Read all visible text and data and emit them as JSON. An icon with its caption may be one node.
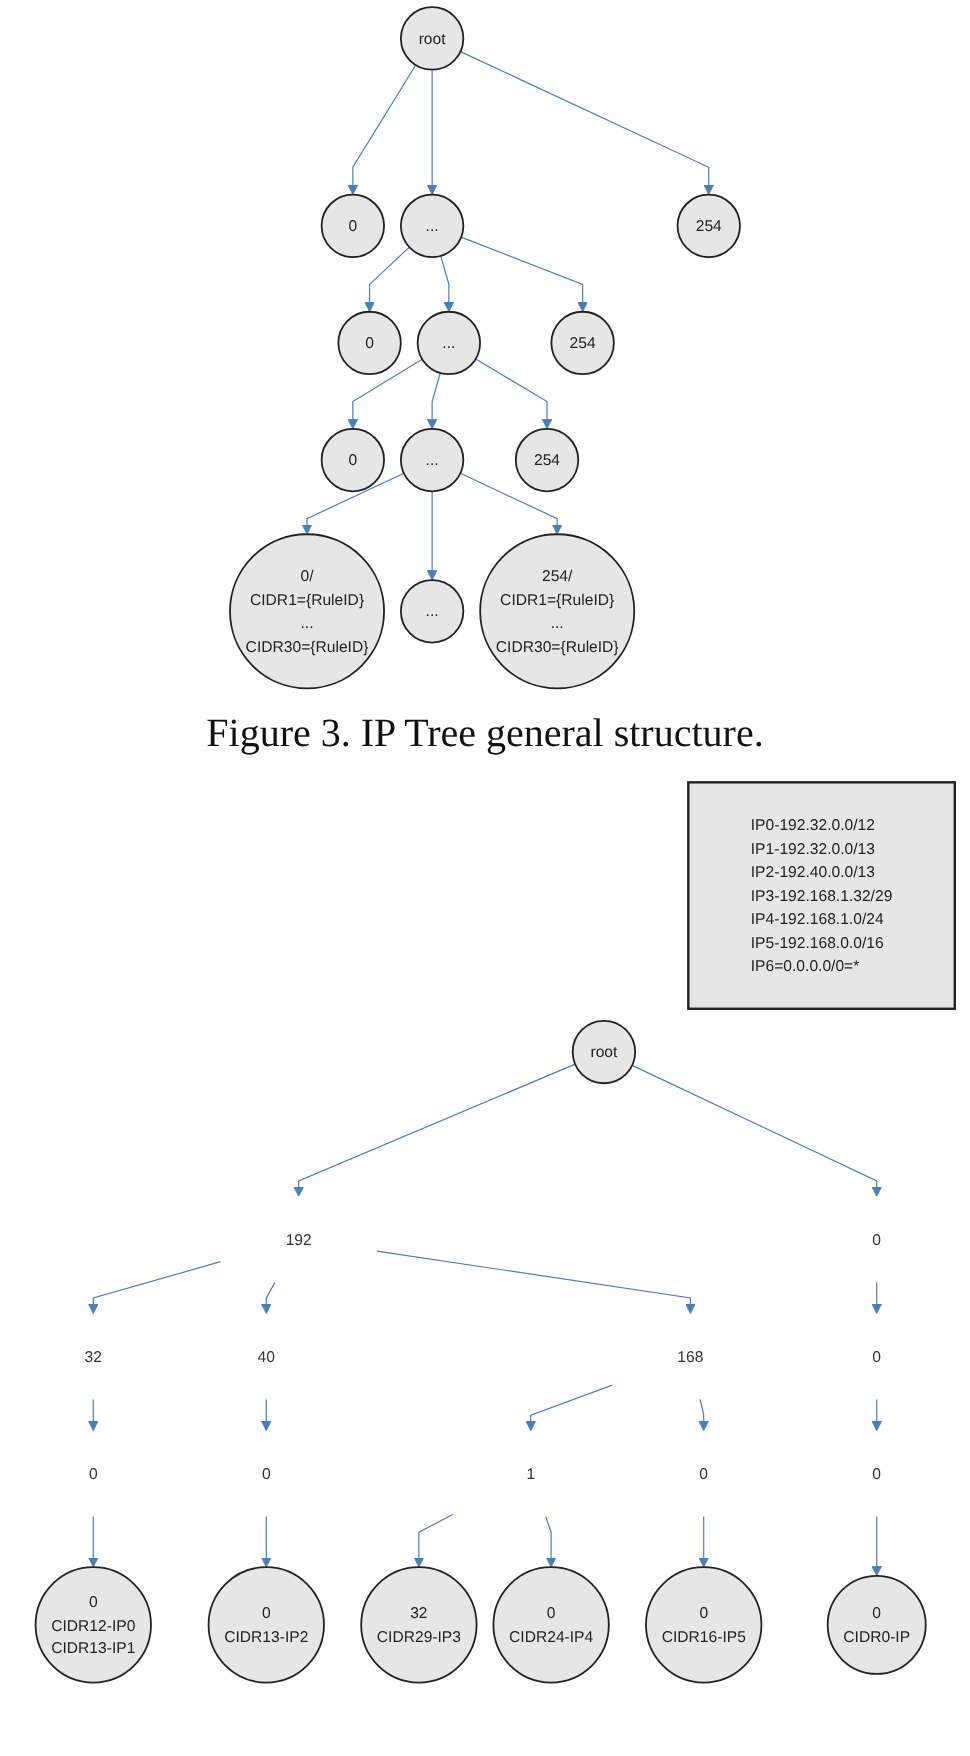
{
  "diagram": {
    "caption": "Figure 3. IP Tree general structure.",
    "nodes": [
      {
        "text": [
          "root"
        ]
      },
      {
        "text": [
          "0"
        ]
      },
      {
        "text": [
          "..."
        ]
      },
      {
        "text": [
          "254"
        ]
      },
      {
        "text": [
          "0"
        ]
      },
      {
        "text": [
          "..."
        ]
      },
      {
        "text": [
          "254"
        ]
      },
      {
        "text": [
          "0"
        ]
      },
      {
        "text": [
          "..."
        ]
      },
      {
        "text": [
          "254"
        ]
      },
      {
        "text": [
          "0/",
          "CIDR1={RuleID}",
          "...",
          "CIDR30={RuleID}"
        ]
      },
      {
        "text": [
          "..."
        ]
      },
      {
        "text": [
          "254/",
          "CIDR1={RuleID}",
          "...",
          "CIDR30={RuleID}"
        ]
      },
      {
        "text": [
          "IP0-192.32.0.0/12",
          "IP1-192.32.0.0/13",
          "IP2-192.40.0.0/13",
          "IP3-192.168.1.32/29",
          "IP4-192.168.1.0/24",
          "IP5-192.168.0.0/16",
          "IP6=0.0.0.0/0=*"
        ]
      },
      {
        "text": [
          "root"
        ]
      },
      {
        "text": [
          "192"
        ]
      },
      {
        "text": [
          "0"
        ]
      },
      {
        "text": [
          "32"
        ]
      },
      {
        "text": [
          "40"
        ]
      },
      {
        "text": [
          "168"
        ]
      },
      {
        "text": [
          "0"
        ]
      },
      {
        "text": [
          "0"
        ]
      },
      {
        "text": [
          "0"
        ]
      },
      {
        "text": [
          "1"
        ]
      },
      {
        "text": [
          "0"
        ]
      },
      {
        "text": [
          "0"
        ]
      },
      {
        "text": [
          "0",
          "CIDR12-IP0",
          "CIDR13-IP1"
        ]
      },
      {
        "text": [
          "0",
          "CIDR13-IP2"
        ]
      },
      {
        "text": [
          "32",
          "CIDR29-IP3"
        ]
      },
      {
        "text": [
          "0",
          "CIDR24-IP4"
        ]
      },
      {
        "text": [
          "0",
          "CIDR16-IP5"
        ]
      },
      {
        "text": [
          "0",
          "CIDR0-IP"
        ]
      }
    ],
    "edges": [
      {
        "from": 0,
        "to": 1,
        "arrow": "to"
      },
      {
        "from": 0,
        "to": 2,
        "arrow": "to"
      },
      {
        "from": 0,
        "to": 3,
        "arrow": "to"
      },
      {
        "from": 2,
        "to": 4,
        "arrow": "to"
      },
      {
        "from": 2,
        "to": 5,
        "arrow": "to"
      },
      {
        "from": 2,
        "to": 6,
        "arrow": "to"
      },
      {
        "from": 5,
        "to": 7,
        "arrow": "to"
      },
      {
        "from": 5,
        "to": 8,
        "arrow": "to"
      },
      {
        "from": 5,
        "to": 9,
        "arrow": "to"
      },
      {
        "from": 8,
        "to": 10,
        "arrow": "to"
      },
      {
        "from": 8,
        "to": 11,
        "arrow": "to"
      },
      {
        "from": 8,
        "to": 12,
        "arrow": "to"
      },
      {
        "from": 14,
        "to": 15,
        "arrow": "to"
      },
      {
        "from": 14,
        "to": 16,
        "arrow": "to"
      },
      {
        "from": 15,
        "to": 17,
        "arrow": "to"
      },
      {
        "from": 15,
        "to": 18,
        "arrow": "to"
      },
      {
        "from": 15,
        "to": 19,
        "arrow": "to"
      },
      {
        "from": 16,
        "to": 20,
        "arrow": "to"
      },
      {
        "from": 17,
        "to": 21,
        "arrow": "to"
      },
      {
        "from": 18,
        "to": 22,
        "arrow": "to"
      },
      {
        "from": 19,
        "to": 23,
        "arrow": "to"
      },
      {
        "from": 19,
        "to": 24,
        "arrow": "to"
      },
      {
        "from": 20,
        "to": 25,
        "arrow": "to"
      },
      {
        "from": 21,
        "to": 26,
        "arrow": "to"
      },
      {
        "from": 22,
        "to": 27,
        "arrow": "to"
      },
      {
        "from": 23,
        "to": 28,
        "arrow": "to"
      },
      {
        "from": 23,
        "to": 29,
        "arrow": "to"
      },
      {
        "from": 24,
        "to": 30,
        "arrow": "to"
      },
      {
        "from": 25,
        "to": 31,
        "arrow": "to"
      }
    ]
  }
}
